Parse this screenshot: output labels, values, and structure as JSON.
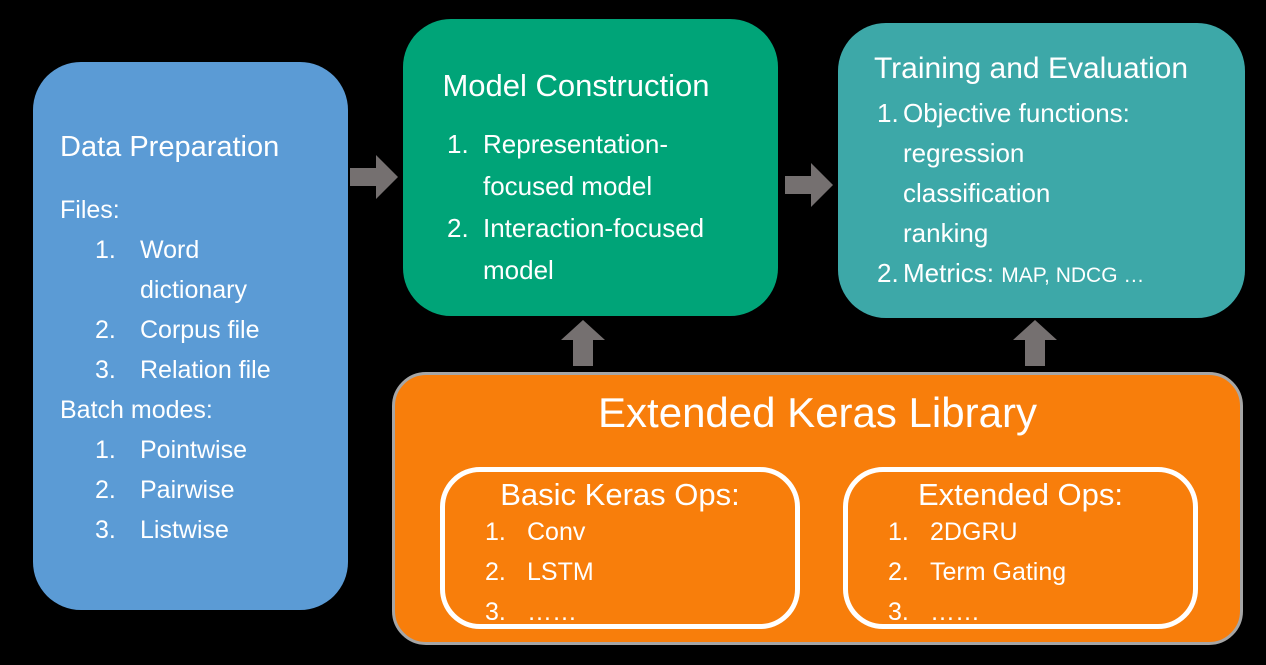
{
  "colors": {
    "background": "#000000",
    "data_preparation": "#5B9BD5",
    "model_construction": "#00A478",
    "training_evaluation": "#3DA8A8",
    "keras_library": "#F87E0B",
    "keras_border": "#A6A6A6",
    "arrow": "#757070",
    "text": "#FFFFFF"
  },
  "data_preparation": {
    "title": "Data Preparation",
    "files_label": "Files:",
    "files": [
      {
        "num": "1.",
        "lines": [
          "Word",
          "dictionary"
        ]
      },
      {
        "num": "2.",
        "lines": [
          "Corpus file"
        ]
      },
      {
        "num": "3.",
        "lines": [
          "Relation file"
        ]
      }
    ],
    "batch_label": "Batch modes:",
    "batch": [
      {
        "num": "1.",
        "lines": [
          "Pointwise"
        ]
      },
      {
        "num": "2.",
        "lines": [
          "Pairwise"
        ]
      },
      {
        "num": "3.",
        "lines": [
          "Listwise"
        ]
      }
    ]
  },
  "model_construction": {
    "title": "Model Construction",
    "items": [
      {
        "num": "1.",
        "lines": [
          "Representation-",
          "focused model"
        ]
      },
      {
        "num": "2.",
        "lines": [
          "Interaction-focused",
          "model"
        ]
      }
    ]
  },
  "training_evaluation": {
    "title": "Training and Evaluation",
    "items": [
      {
        "num": "1.",
        "lines": [
          "Objective functions:",
          "regression",
          "classification",
          "ranking"
        ]
      },
      {
        "num": "2.",
        "text": "Metrics:",
        "detail": "MAP, NDCG …"
      }
    ]
  },
  "keras_library": {
    "title": "Extended Keras Library",
    "basic": {
      "title": "Basic Keras Ops:",
      "items": [
        {
          "num": "1.",
          "text": "Conv"
        },
        {
          "num": "2.",
          "text": "LSTM"
        },
        {
          "num": "3.",
          "text": "……"
        }
      ]
    },
    "extended": {
      "title": "Extended Ops:",
      "items": [
        {
          "num": "1.",
          "text": "2DGRU"
        },
        {
          "num": "2.",
          "text": "Term Gating"
        },
        {
          "num": "3.",
          "text": "……"
        }
      ]
    }
  }
}
